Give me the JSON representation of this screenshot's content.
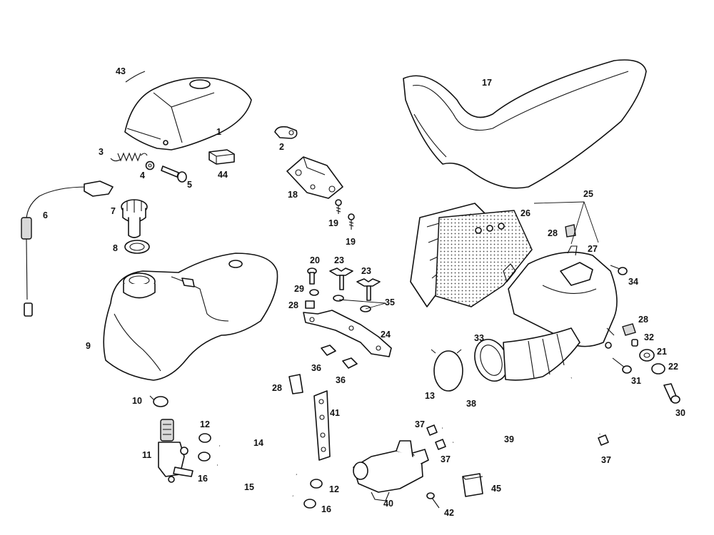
{
  "callouts": {
    "n1": "1",
    "n2": "2",
    "n3": "3",
    "n4": "4",
    "n5": "5",
    "n6": "6",
    "n7": "7",
    "n8": "8",
    "n9": "9",
    "n10": "10",
    "n11": "11",
    "n12a": "12",
    "n12b": "12",
    "n13": "13",
    "n14": "14",
    "n15": "15",
    "n16a": "16",
    "n16b": "16",
    "n17": "17",
    "n18": "18",
    "n19a": "19",
    "n19b": "19",
    "n20": "20",
    "n21": "21",
    "n22": "22",
    "n23a": "23",
    "n23b": "23",
    "n24": "24",
    "n25": "25",
    "n26": "26",
    "n27": "27",
    "n28a": "28",
    "n28b": "28",
    "n28c": "28",
    "n28d": "28",
    "n29": "29",
    "n30": "30",
    "n31": "31",
    "n32": "32",
    "n33": "33",
    "n34": "34",
    "n35": "35",
    "n36a": "36",
    "n36b": "36",
    "n37a": "37",
    "n37b": "37",
    "n37c": "37",
    "n38": "38",
    "n39": "39",
    "n40": "40",
    "n41": "41",
    "n42": "42",
    "n43": "43",
    "n44": "44",
    "n45": "45"
  },
  "colors": {
    "line": "#111111",
    "background": "#ffffff",
    "shade": "#d9d9d9"
  }
}
